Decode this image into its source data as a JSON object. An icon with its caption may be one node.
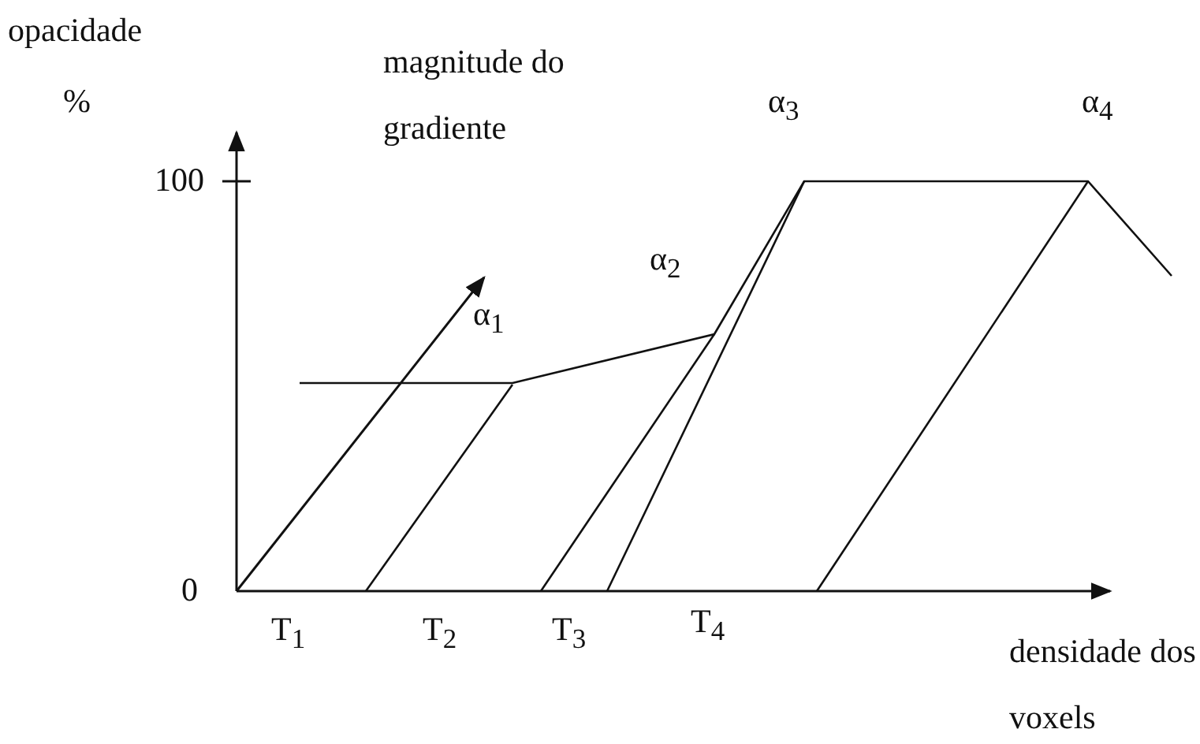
{
  "diagram": {
    "labels": [
      "opacidade",
      "%",
      "magnitude do gradiente",
      "α$_{3}$",
      "α$_{4}$",
      "100",
      "α$_{2}$",
      "α$_{1}$",
      "0",
      "T$_{1}$",
      "T$_{2}$",
      "T$_{3}$",
      "T$_{4}$",
      "densidade dos voxels"
    ]
  }
}
